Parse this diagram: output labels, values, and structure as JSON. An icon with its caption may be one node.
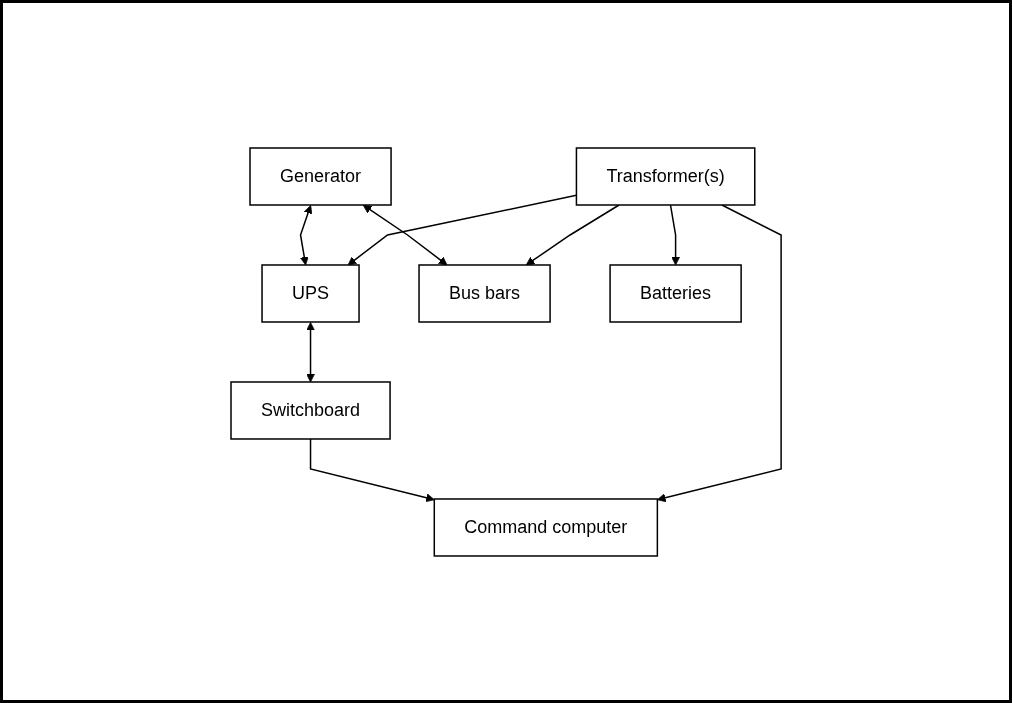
{
  "diagram": {
    "nodes": [
      {
        "text": [
          "Generator"
        ]
      },
      {
        "text": [
          "UPS"
        ]
      },
      {
        "text": [
          "Switchboard"
        ]
      },
      {
        "text": [
          "Bus bars"
        ]
      },
      {
        "text": [
          "Transformer(s)"
        ]
      },
      {
        "text": [
          "Command computer"
        ]
      },
      {
        "text": [
          "Batteries"
        ]
      }
    ],
    "edges": [
      {
        "from": 0,
        "to": 1,
        "arrow": "both"
      },
      {
        "from": 1,
        "to": 2,
        "arrow": "both"
      },
      {
        "from": 0,
        "to": 3,
        "arrow": "both"
      },
      {
        "from": 4,
        "to": 1,
        "arrow": "to"
      },
      {
        "from": 2,
        "to": 5,
        "arrow": "to"
      },
      {
        "from": 4,
        "to": 3,
        "arrow": "to"
      },
      {
        "from": 4,
        "to": 5,
        "arrow": "to"
      },
      {
        "from": 4,
        "to": 6,
        "arrow": "to"
      }
    ]
  }
}
